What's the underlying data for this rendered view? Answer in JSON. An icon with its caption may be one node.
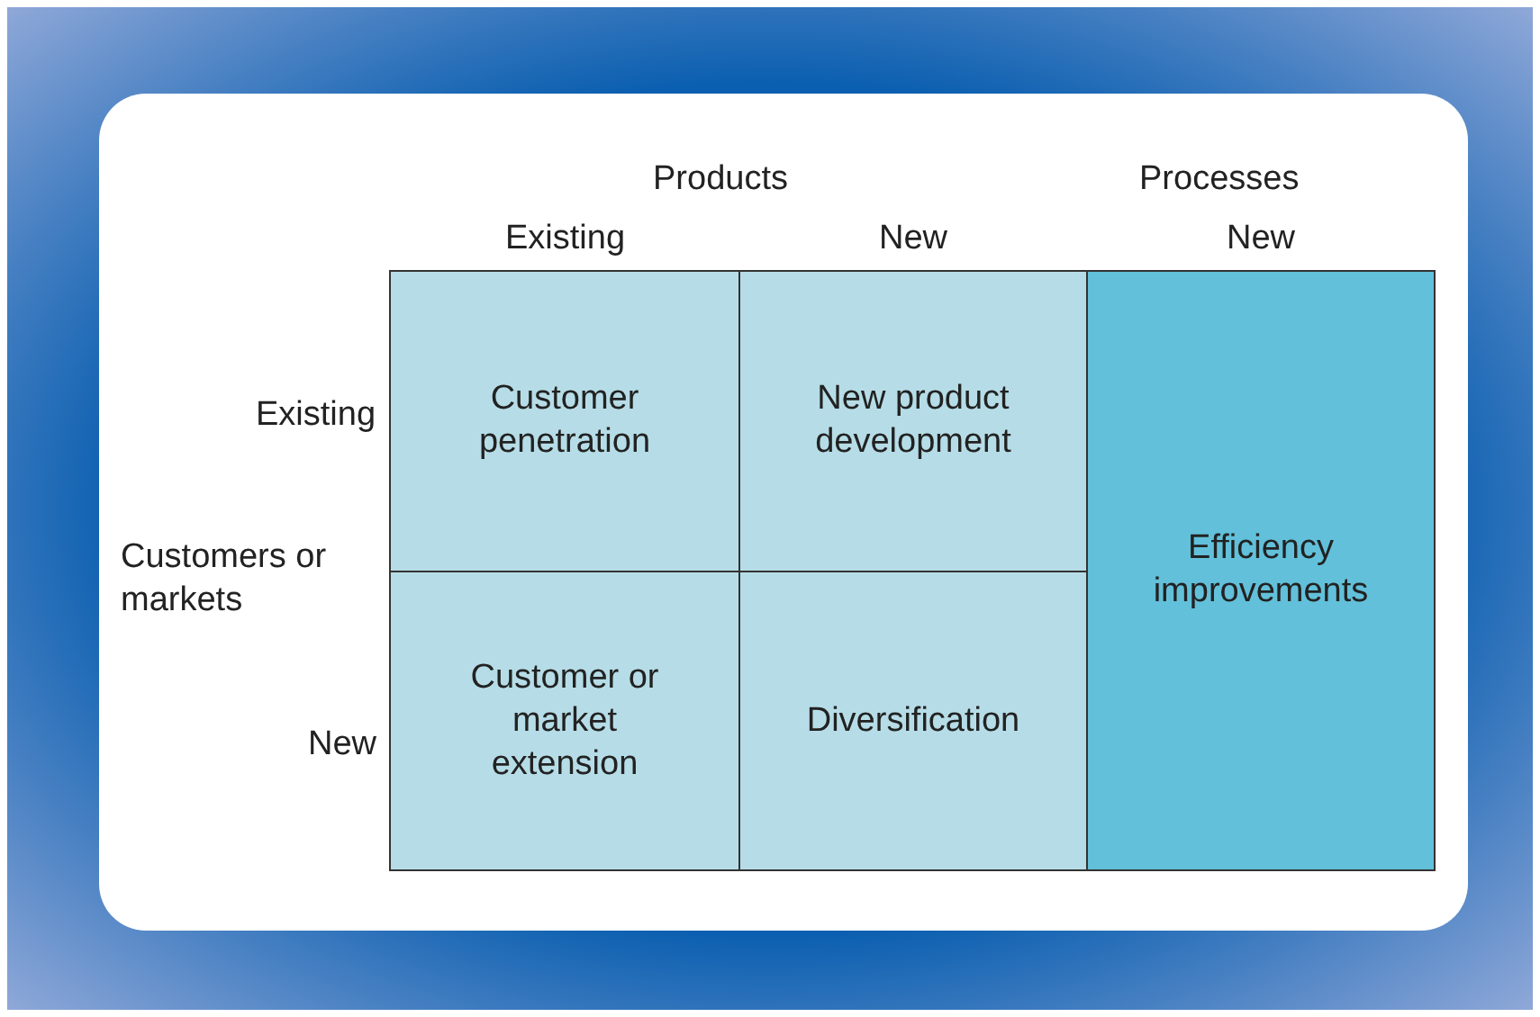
{
  "diagram": {
    "nodes": [
      {
        "text": [
          "Customer penetration"
        ]
      },
      {
        "text": [
          "New product development"
        ]
      },
      {
        "text": [
          "Efficiency improvements"
        ]
      },
      {
        "text": [
          "Customer or market extension"
        ]
      },
      {
        "text": [
          "Diversification"
        ]
      }
    ],
    "labels": [
      "Products",
      "Processes",
      "Existing",
      "New",
      "New",
      "Existing",
      "Customers or markets",
      "New"
    ]
  }
}
